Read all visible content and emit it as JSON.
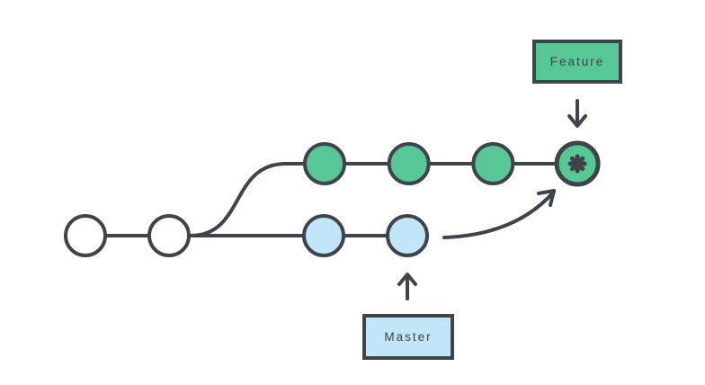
{
  "diagram": {
    "type": "git-branching-diagram",
    "background_color": "#ffffff",
    "line_color": "#3f444a",
    "branches": {
      "base": {
        "color": "#ffffff",
        "commit_count": 2
      },
      "feature": {
        "label": "Feature",
        "color": "#56c795",
        "commit_count": 4,
        "merge_commit_marker": "asterisk"
      },
      "master": {
        "label": "Master",
        "color": "#c2e5fa",
        "commit_count": 2
      }
    }
  }
}
